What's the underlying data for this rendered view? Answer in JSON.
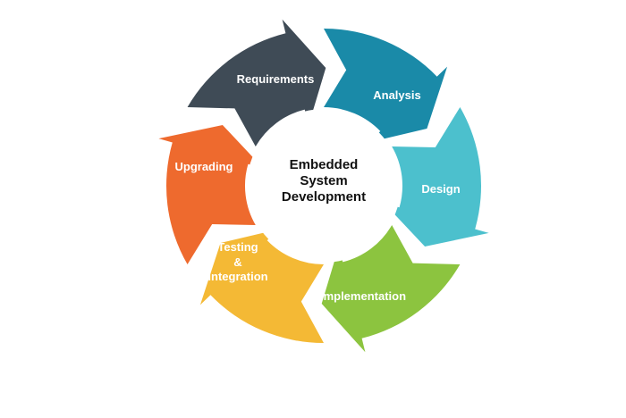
{
  "diagram": {
    "center_lines": [
      "Embedded",
      "System",
      "Development"
    ],
    "stages": [
      {
        "lines": [
          "Requirements"
        ],
        "color": "#3f4b56"
      },
      {
        "lines": [
          "Analysis"
        ],
        "color": "#1a8aa8"
      },
      {
        "lines": [
          "Design"
        ],
        "color": "#4cc0cd"
      },
      {
        "lines": [
          "Implementation"
        ],
        "color": "#8cc43f"
      },
      {
        "lines": [
          "Testing",
          "&",
          "Integration"
        ],
        "color": "#f4b935"
      },
      {
        "lines": [
          "Upgrading"
        ],
        "color": "#ee6a2e"
      }
    ]
  }
}
